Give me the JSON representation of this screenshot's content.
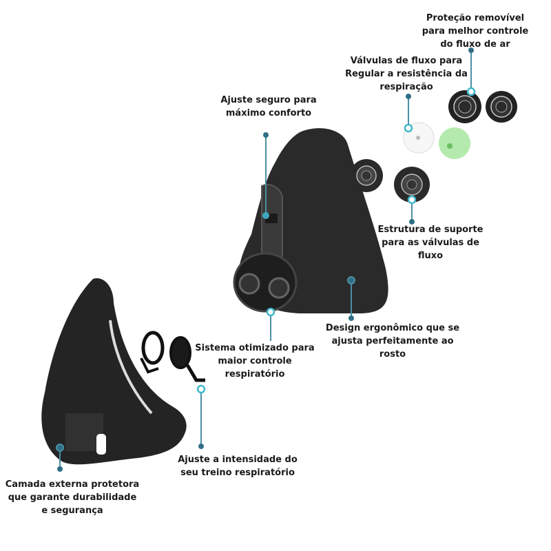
{
  "colors": {
    "leader_line": "#4a8fa3",
    "leader_dot": "#2f6f86",
    "leader_ring": "#3fb8cc",
    "mask_body": "#262626",
    "text": "#1a1a1a",
    "green_disc": "#a8e6a0"
  },
  "callouts": [
    {
      "id": "removable-cover",
      "lines": [
        "Proteção removível",
        "para melhor controle",
        "do fluxo de ar"
      ]
    },
    {
      "id": "flow-valves",
      "lines": [
        "Válvulas de fluxo para",
        "Regular a resistência da",
        "respiração"
      ]
    },
    {
      "id": "secure-fit",
      "lines": [
        "Ajuste seguro para",
        "máximo conforto"
      ]
    },
    {
      "id": "support-structure",
      "lines": [
        "Estrutura de suporte",
        "para as válvulas de",
        "fluxo"
      ]
    },
    {
      "id": "ergonomic-design",
      "lines": [
        "Design ergonômico que se",
        "ajusta perfeitamente ao",
        "rosto"
      ]
    },
    {
      "id": "optimized-system",
      "lines": [
        "Sistema otimizado para",
        "maior controle",
        "respiratório"
      ]
    },
    {
      "id": "intensity-adjust",
      "lines": [
        "Ajuste a intensidade do",
        "seu treino respiratório"
      ]
    },
    {
      "id": "outer-layer",
      "lines": [
        "Camada externa protetora",
        "que garante durabilidade",
        "e segurança"
      ]
    }
  ]
}
